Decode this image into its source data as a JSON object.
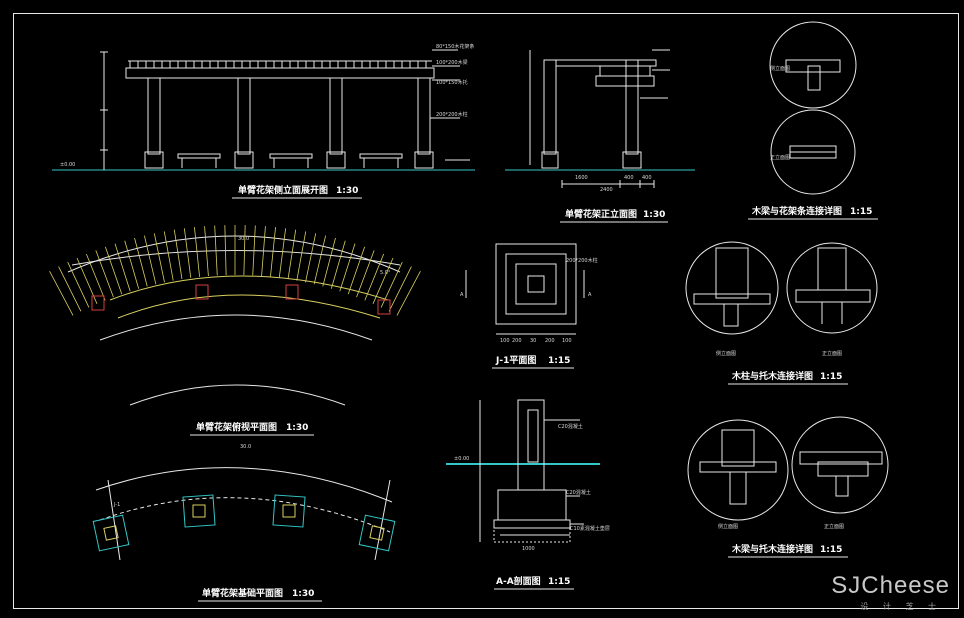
{
  "drawings": {
    "elevation_unfolded": {
      "title": "单臂花架侧立面展开图",
      "scale": "1:30"
    },
    "front_elevation": {
      "title": "单臂花架正立面图",
      "scale": "1:30"
    },
    "detail_beam_lath": {
      "title": "木梁与花架条连接详图",
      "scale": "1:15"
    },
    "plan_arc": {
      "title": "单臂花架俯视平面图",
      "scale": "1:30"
    },
    "column_plan": {
      "title": "J-1平面图",
      "scale": "1:15"
    },
    "detail_column_beam": {
      "title": "木柱与托木连接详图",
      "scale": "1:15"
    },
    "foundation_plan": {
      "title": "单臂花架基础平面图",
      "scale": "1:30"
    },
    "section_aa": {
      "title": "A-A剖面图",
      "scale": "1:15"
    },
    "detail_beam_support": {
      "title": "木梁与托木连接详图",
      "scale": "1:15"
    }
  },
  "sub_labels": {
    "side_view": "侧立面图",
    "front_view": "正立面图"
  },
  "dimensions": {
    "front_total": "2400",
    "front_parts": [
      "1600",
      "400",
      "400"
    ],
    "column_base": [
      "100",
      "200",
      "30",
      "200",
      "100"
    ],
    "arc_length_plan": "30.0",
    "arc_length_foundation": "30.0",
    "angle": "5.0°",
    "foundation_width": "1000"
  },
  "annotations": {
    "lath": "80*150木花架条",
    "beam": "100*200木梁",
    "support": "100*150木托",
    "column": "200*200木柱",
    "column_plan": "200*200木柱",
    "concrete": "C20混凝土",
    "cushion": "C10素混凝土垫层",
    "ground": "±0.00"
  },
  "markers": {
    "section_a": "A",
    "foundation_j": "J-1"
  },
  "watermark": {
    "brand": "SJCheese",
    "sub": "设 计 芝 士"
  },
  "colors": {
    "background": "#000000",
    "line": "#e8e8e8",
    "cyan": "#33c7c7",
    "red": "#d04040",
    "yellow": "#d8d060"
  }
}
